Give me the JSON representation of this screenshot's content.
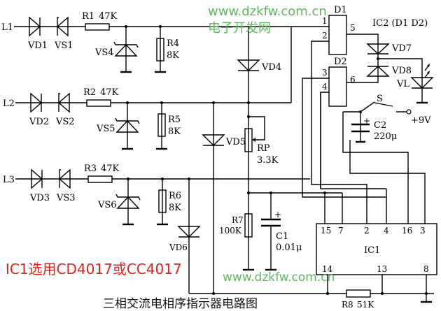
{
  "diagram": {
    "title": "三相交流电相序指示器电路图",
    "note": "IC1选用CD4017或CC4017",
    "watermark": {
      "url_top": "www.dzkfw.com.cn",
      "site_name": "电子开发网",
      "url_bottom": "www.dzkfw.com.cn"
    },
    "colors": {
      "wire": "#000000",
      "watermark": "#5cb85c",
      "note": "#e8201c"
    },
    "inputs": [
      "L1",
      "L2",
      "L3"
    ],
    "components": {
      "VD1": "VD1",
      "VS1": "VS1",
      "R1": "R1",
      "R1_val": "47K",
      "VS4": "VS4",
      "R4": "R4",
      "R4_val": "8K",
      "VD2": "VD2",
      "VS2": "VS2",
      "R2": "R2",
      "R2_val": "47K",
      "VS5": "VS5",
      "R5": "R5",
      "R5_val": "8K",
      "VD3": "VD3",
      "VS3": "VS3",
      "R3": "R3",
      "R3_val": "47K",
      "VS6": "VS6",
      "R6": "R6",
      "R6_val": "8K",
      "VD4": "VD4",
      "VD5": "VD5",
      "VD6": "VD6",
      "RP": "RP",
      "RP_val": "3.3K",
      "R7": "R7",
      "R7_val": "100K",
      "C1": "C1",
      "C1_val": "0.01μ",
      "C2": "C2",
      "C2_val": "220μ",
      "R8": "R8",
      "R8_val": "51K",
      "S": "S",
      "supply": "+9V",
      "D1": "D1",
      "D2": "D2",
      "IC2": "IC2 (D1 D2)",
      "VD7": "VD7",
      "VD8": "VD8",
      "VL": "VL",
      "IC1": "IC1"
    },
    "gate_pins": {
      "d1_in1": "1",
      "d1_in2": "2",
      "d1_out": "5",
      "d2_in1": "3",
      "d2_in2": "4",
      "d2_out": "6"
    },
    "ic1_pins_top": [
      "15",
      "7",
      "2",
      "4",
      "16",
      "3"
    ],
    "ic1_pins_bottom": [
      "14",
      "13",
      "8"
    ],
    "polarity_plus": "+"
  }
}
